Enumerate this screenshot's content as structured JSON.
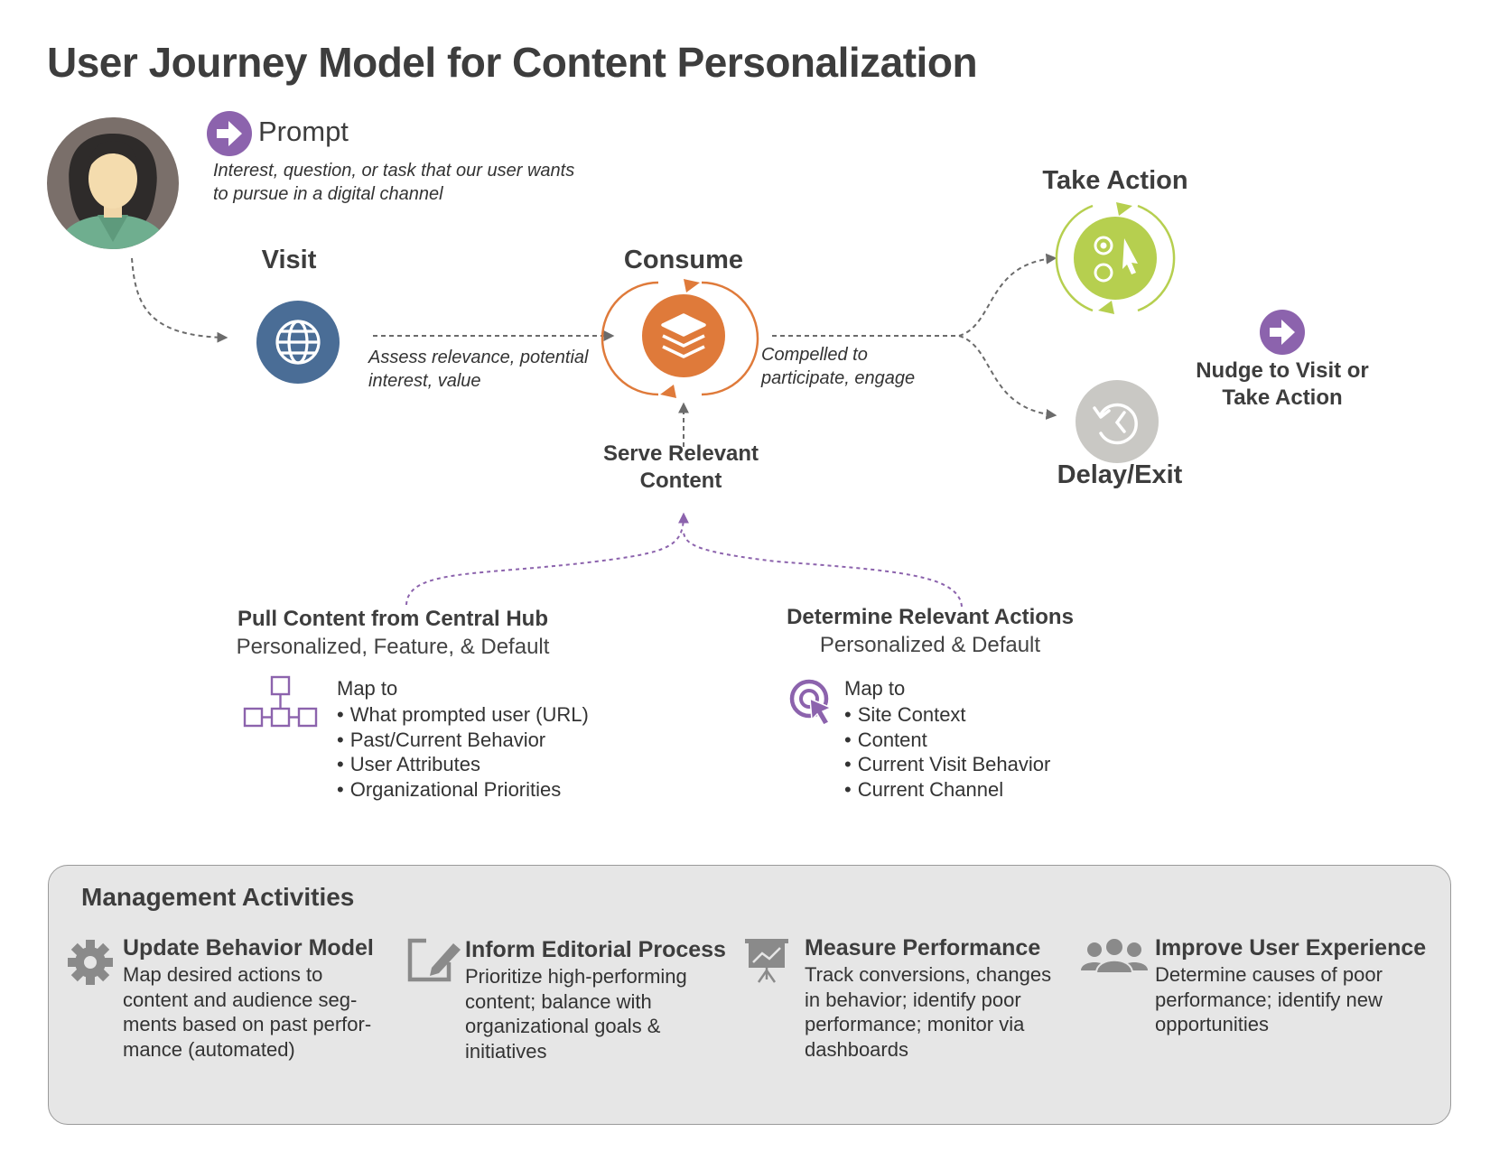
{
  "title": "User Journey Model for Content Personalization",
  "prompt": {
    "label": "Prompt",
    "description": "Interest, question, or task that our user wants to pursue in a digital channel",
    "icon": "arrow-right-circle-icon"
  },
  "nodes": {
    "visit": {
      "label": "Visit",
      "icon": "globe-icon",
      "color": "#4a6d96"
    },
    "consume": {
      "label": "Consume",
      "icon": "layers-icon",
      "color": "#df7a3a"
    },
    "take_action": {
      "label": "Take Action",
      "icon": "cursor-select-icon",
      "color": "#b6cf4f"
    },
    "delay_exit": {
      "label": "Delay/Exit",
      "icon": "history-icon",
      "color": "#c9c8c4"
    }
  },
  "edges": {
    "visit_to_consume": "Assess relevance, potential interest, value",
    "consume_to_outcome": "Compelled to participate, engage"
  },
  "serve_label": "Serve Relevant Content",
  "nudge_label": "Nudge to Visit or Take Action",
  "sources": [
    {
      "title": "Pull Content from Central Hub",
      "subtitle": "Personalized, Feature, & Default",
      "map_label": "Map to",
      "icon": "hierarchy-icon",
      "items": [
        "What prompted user (URL)",
        "Past/Current Behavior",
        "User Attributes",
        "Organizational Priorities"
      ]
    },
    {
      "title": "Determine Relevant Actions",
      "subtitle": "Personalized & Default",
      "map_label": "Map to",
      "icon": "target-cursor-icon",
      "items": [
        "Site Context",
        "Content",
        "Current Visit Behavior",
        "Current Channel"
      ]
    }
  ],
  "management": {
    "title": "Management Activities",
    "activities": [
      {
        "title": "Update Behavior Model",
        "icon": "gear-icon",
        "lines": [
          "Map desired actions to",
          "content and audience seg-",
          "ments based on past perfor-",
          "mance (automated)"
        ]
      },
      {
        "title": "Inform Editorial Process",
        "icon": "edit-icon",
        "lines": [
          "Prioritize high-performing",
          "content; balance with",
          "organizational goals &",
          "initiatives"
        ]
      },
      {
        "title": "Measure Performance",
        "icon": "presentation-chart-icon",
        "lines": [
          "Track conversions, changes",
          "in behavior; identify poor",
          "performance; monitor via",
          "dashboards"
        ]
      },
      {
        "title": "Improve User Experience",
        "icon": "users-icon",
        "lines": [
          "Determine causes of poor",
          "performance; identify new",
          "opportunities"
        ]
      }
    ]
  },
  "colors": {
    "purple": "#8c63ad",
    "blue": "#4a6d96",
    "orange": "#df7a3a",
    "green": "#b6cf4f",
    "gray": "#c9c8c4",
    "panel": "#e6e6e6",
    "icon_gray": "#8a8a8a"
  }
}
